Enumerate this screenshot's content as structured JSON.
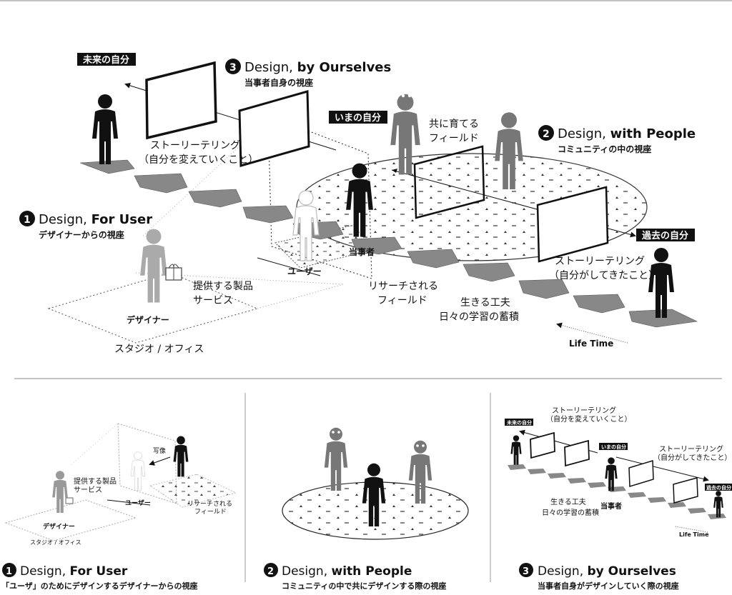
{
  "main": {
    "labels": {
      "future_self": "未来の自分",
      "current_self": "いまの自分",
      "past_self": "過去の自分",
      "storytelling_1_title": "ストーリーテリング",
      "storytelling_1_sub": "（自分を変えていくこと）",
      "storytelling_2_title": "ストーリーテリング",
      "storytelling_2_sub": "（自分がしてきたこと）",
      "nurture_field_1": "共に育てる",
      "nurture_field_2": "フィールド",
      "product_1": "提供する製品",
      "product_2": "サービス",
      "designer": "デザイナー",
      "user": "ユーザー",
      "stakeholder": "当事者",
      "research_field_1": "リサーチされる",
      "research_field_2": "フィールド",
      "studio_office": "スタジオ / オフィス",
      "living_craft_1": "生きる工夫",
      "living_craft_2": "日々の学習の蓄積",
      "life_time": "Life Time"
    },
    "headings": [
      {
        "num": "1",
        "title_a": "Design, ",
        "title_b": "For User",
        "sub": "デザイナーからの視座"
      },
      {
        "num": "2",
        "title_a": "Design, ",
        "title_b": "with People",
        "sub": "コミュニティの中の視座"
      },
      {
        "num": "3",
        "title_a": "Design, ",
        "title_b": "by Ourselves",
        "sub": "当事者自身の視座"
      }
    ]
  },
  "panel1": {
    "product_1": "提供する製品",
    "product_2": "サービス",
    "photo": "写像",
    "designer": "デザイナー",
    "user": "ユーザー",
    "research_1": "リサーチされる",
    "research_2": "フィールド",
    "studio": "スタジオ / オフィス",
    "caption": {
      "num": "1",
      "title_a": "Design, ",
      "title_b": "For User",
      "sub": "「ユーザ」のためにデザインするデザイナーからの視座"
    }
  },
  "panel2": {
    "caption": {
      "num": "2",
      "title_a": "Design, ",
      "title_b": "with People",
      "sub": "コミュニティの中で共にデザインする際の視座"
    }
  },
  "panel3": {
    "future_self": "未来の自分",
    "current_self": "いまの自分",
    "past_self": "過去の自分",
    "story1_title": "ストーリーテリング",
    "story1_sub": "（自分を変えていくこと）",
    "story2_title": "ストーリーテリング",
    "story2_sub": "（自分がしてきたこと）",
    "living_1": "生きる工夫",
    "living_2": "日々の学習の蓄積",
    "stakeholder": "当事者",
    "life_time": "Life Time",
    "caption": {
      "num": "3",
      "title_a": "Design, ",
      "title_b": "by Ourselves",
      "sub": "当事者自身がデザインしていく際の視座"
    }
  }
}
